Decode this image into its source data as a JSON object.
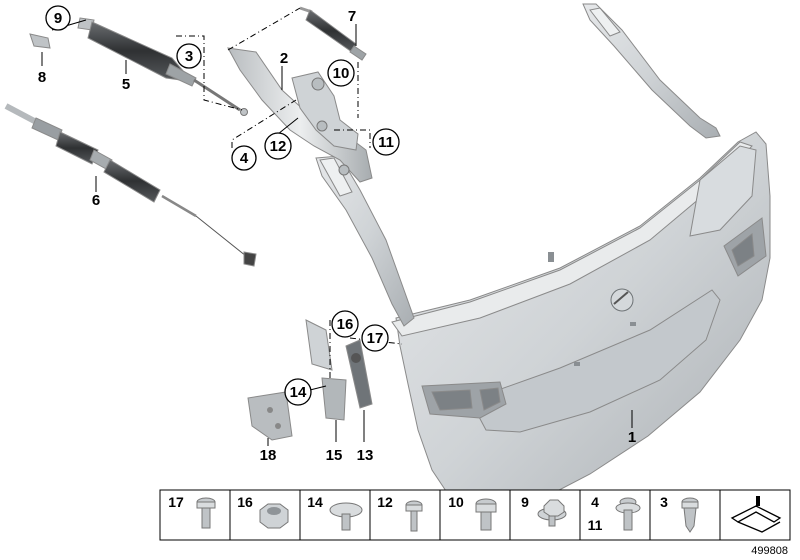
{
  "callouts": {
    "c1": "1",
    "c2": "2",
    "c3": "3",
    "c4": "4",
    "c5": "5",
    "c6": "6",
    "c7": "7",
    "c8": "8",
    "c9": "9",
    "c10": "10",
    "c11": "11",
    "c12": "12",
    "c13": "13",
    "c14": "14",
    "c15": "15",
    "c16": "16",
    "c17": "17",
    "c18": "18"
  },
  "legend": {
    "cells": [
      {
        "label": "17",
        "icon": "torx-bolt-icon"
      },
      {
        "label": "16",
        "icon": "hex-nut-icon"
      },
      {
        "label": "14",
        "icon": "dome-head-screw-icon"
      },
      {
        "label": "12",
        "icon": "flange-screw-icon"
      },
      {
        "label": "10",
        "icon": "hex-flange-bolt-icon"
      },
      {
        "label": "9",
        "icon": "hex-nut-washer-icon"
      },
      {
        "label": "4",
        "label2": "11",
        "icon": "torx-flange-screw-icon"
      },
      {
        "label": "3",
        "icon": "self-tapping-screw-icon"
      },
      {
        "label": "",
        "icon": "bracket-symbol-icon"
      }
    ]
  },
  "diagram_id": "499808",
  "colors": {
    "part_fill": "#cdd1d4",
    "part_light": "#dfe2e4",
    "part_dark": "#8e9396",
    "strut_dark": "#3c3e40",
    "line": "#000000"
  }
}
